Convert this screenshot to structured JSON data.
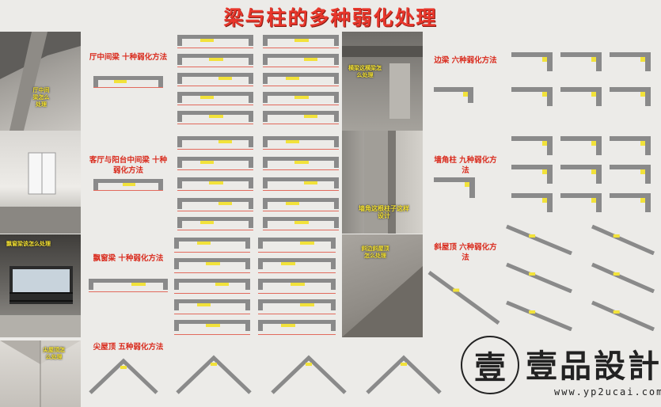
{
  "title": "梁与柱的多种弱化处理",
  "photo_labels": {
    "p1": "厅中间梁怎么处理",
    "p3": "飘窗梁该怎么处理",
    "p4": "尖屋顶怎么处理",
    "p5": "横梁这横梁怎么处理",
    "p6": "墙角这根柱子这样设计",
    "p7": "斜边斜屋顶怎么处理"
  },
  "sections": {
    "s1": "厅中间梁 十种弱化方法",
    "s2": "客厅与阳台中间梁 十种弱化方法",
    "s3": "飘窗梁 十种弱化方法",
    "s4": "尖屋顶 五种弱化方法",
    "s5": "边梁 六种弱化方法",
    "s6": "墙角柱 九种弱化方法",
    "s7": "斜屋顶 六种弱化方法"
  },
  "logo": {
    "seal": "壹",
    "name": "壹品設計",
    "url": "www.yp2ucai.com"
  },
  "colors": {
    "title_red": "#e8362b",
    "accent_yellow": "#f2e23a",
    "beam_gray": "#8a8a8a"
  }
}
